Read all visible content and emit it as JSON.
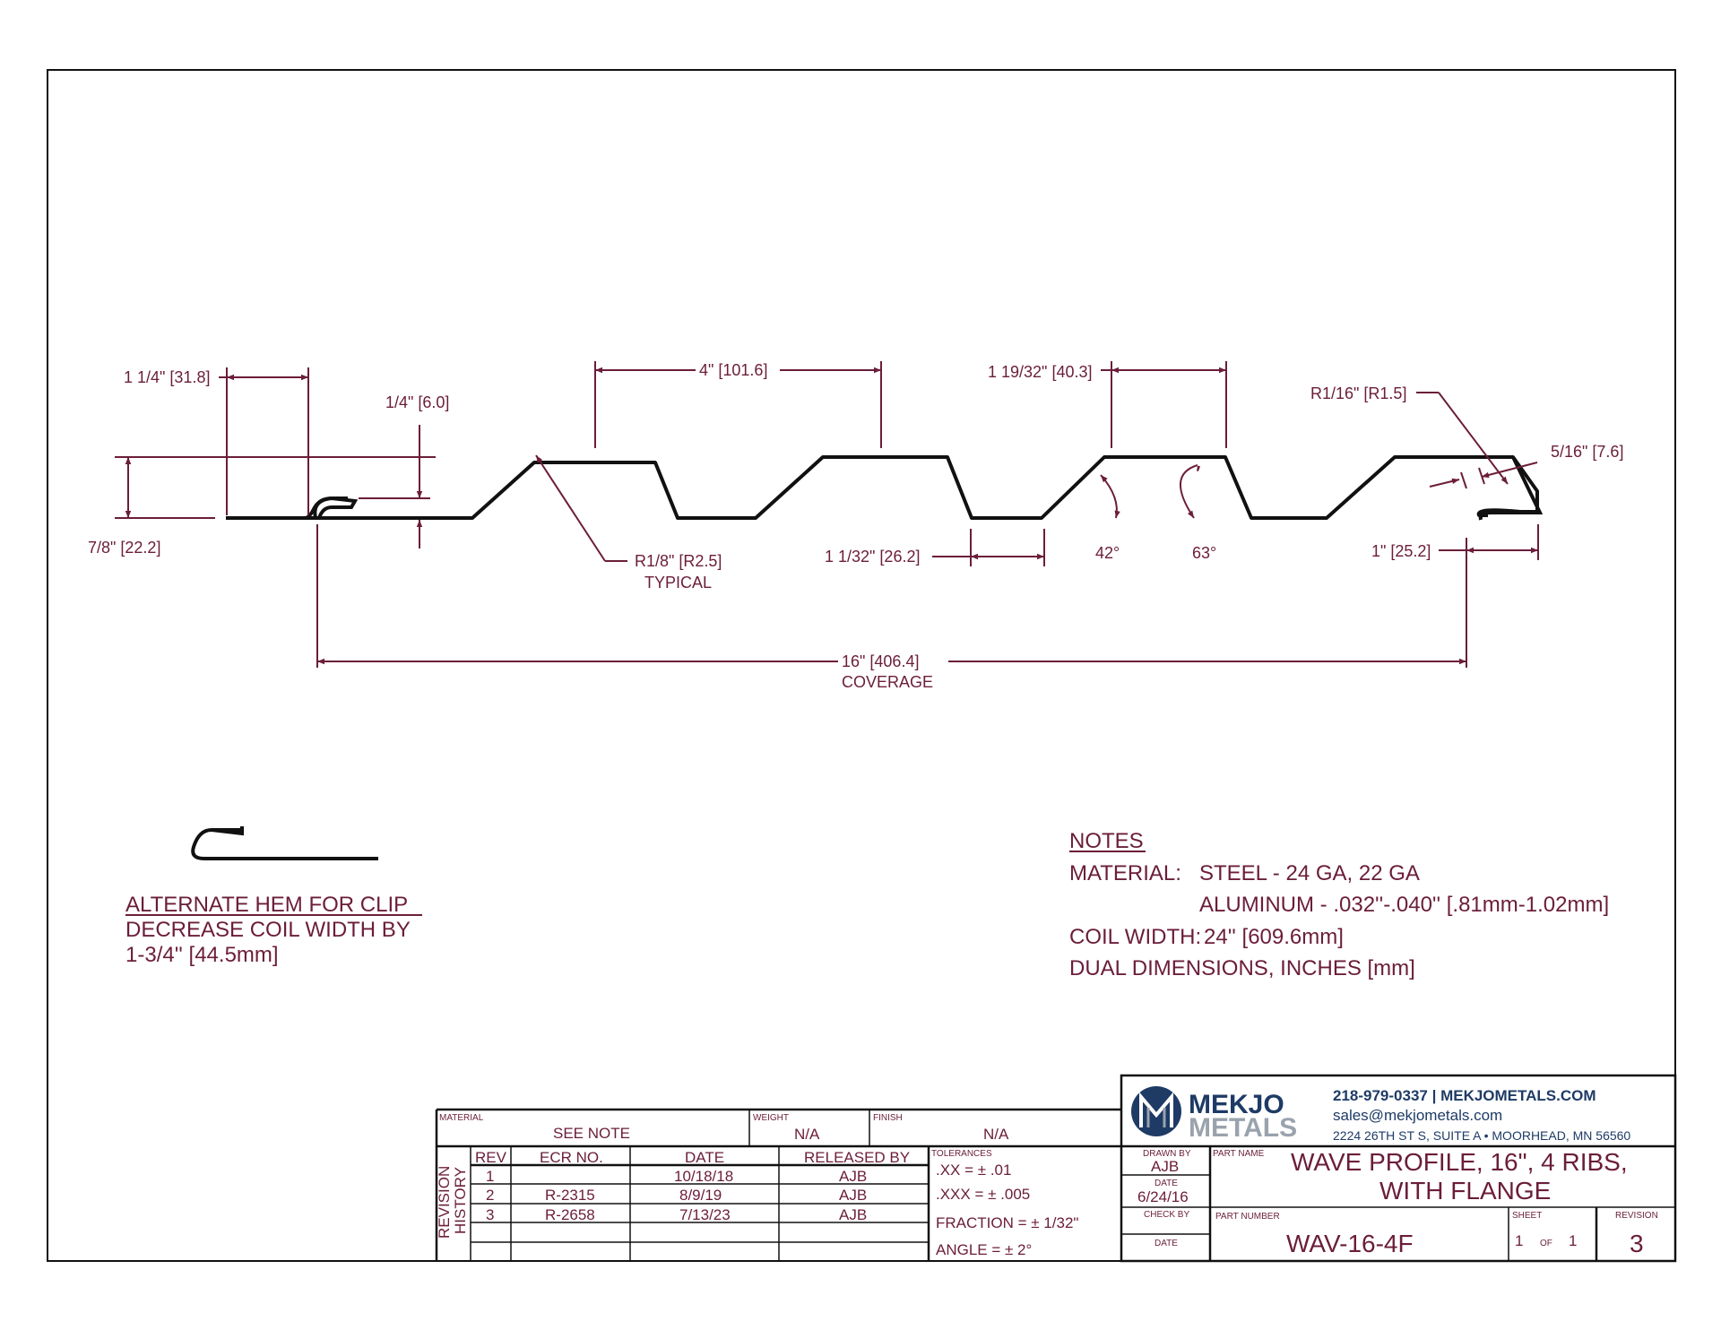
{
  "dimensions": {
    "d_1_1_4": "1 1/4\" [31.8]",
    "d_1_4": "1/4\" [6.0]",
    "d_4": "4\" [101.6]",
    "d_1_19_32": "1 19/32\" [40.3]",
    "d_r1_16": "R1/16\" [R1.5]",
    "d_5_16": "5/16\" [7.6]",
    "d_7_8": "7/8\" [22.2]",
    "d_r1_8": "R1/8\" [R2.5]",
    "d_typical": "TYPICAL",
    "d_1_1_32": "1 1/32\" [26.2]",
    "d_42": "42°",
    "d_63": "63°",
    "d_1": "1\" [25.2]",
    "d_16": "16\" [406.4]",
    "d_coverage": "COVERAGE"
  },
  "alternate": {
    "title": "ALTERNATE HEM FOR CLIP",
    "line1": "DECREASE COIL WIDTH BY",
    "line2": "1-3/4'' [44.5mm]"
  },
  "notes": {
    "title": "NOTES",
    "material_label": "MATERIAL:",
    "material_1": "STEEL - 24 GA, 22 GA",
    "material_2": "ALUMINUM - .032''-.040'' [.81mm-1.02mm]",
    "coil_label": "COIL WIDTH:",
    "coil_value": "24'' [609.6mm]",
    "dual": "DUAL DIMENSIONS, INCHES [mm]"
  },
  "title_block": {
    "material_label": "MATERIAL",
    "material_value": "SEE NOTE",
    "weight_label": "WEIGHT",
    "weight_value": "N/A",
    "finish_label": "FINISH",
    "finish_value": "N/A",
    "revision_history_1": "REVISION",
    "revision_history_2": "HISTORY",
    "headers": [
      "REV",
      "ECR NO.",
      "DATE",
      "RELEASED BY"
    ],
    "rows": [
      [
        "1",
        "",
        "10/18/18",
        "AJB"
      ],
      [
        "2",
        "R-2315",
        "8/9/19",
        "AJB"
      ],
      [
        "3",
        "R-2658",
        "7/13/23",
        "AJB"
      ]
    ],
    "tolerances_label": "TOLERANCES",
    "tol_xx": ".XX = ± .01",
    "tol_xxx": ".XXX = ± .005",
    "tol_fraction": "FRACTION = ± 1/32\"",
    "tol_angle": "ANGLE = ± 2°",
    "drawn_by_label": "DRAWN BY",
    "drawn_by_value": "AJB",
    "date_label": "DATE",
    "date_value": "6/24/16",
    "check_by_label": "CHECK BY",
    "date2_label": "DATE",
    "part_name_label": "PART NAME",
    "part_name_1": "WAVE PROFILE, 16\", 4 RIBS,",
    "part_name_2": "WITH FLANGE",
    "part_number_label": "PART NUMBER",
    "part_number_value": "WAV-16-4F",
    "sheet_label": "SHEET",
    "sheet_value": "1",
    "sheet_of": "OF",
    "sheet_total": "1",
    "revision_label": "REVISION",
    "revision_value": "3"
  },
  "company": {
    "logo_top": "MEKJO",
    "logo_bottom": "METALS",
    "phone_web": "218-979-0337 | MEKJOMETALS.COM",
    "email": "sales@mekjometals.com",
    "address": "2224 26TH ST S, SUITE A • MOORHEAD, MN 56560"
  },
  "colors": {
    "dimension": "#6b1d3a",
    "profile": "#111111",
    "logo_blue": "#1e3b66",
    "logo_grey": "#9aa3ad"
  }
}
